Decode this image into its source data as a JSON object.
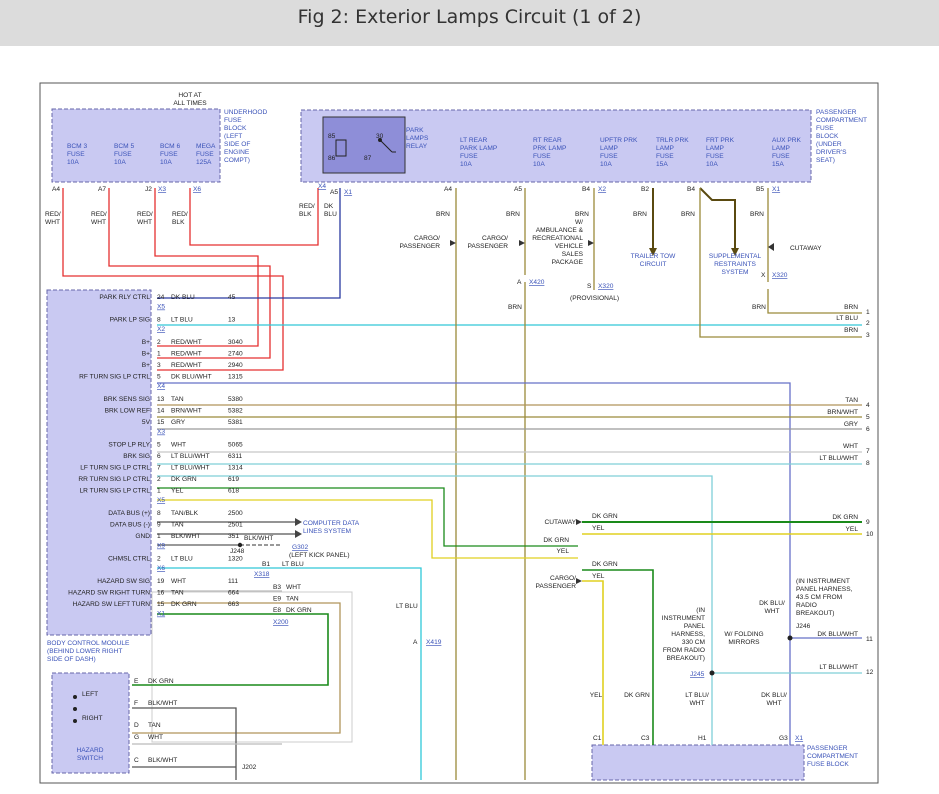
{
  "title": "Fig 2: Exterior Lamps Circuit (1 of 2)",
  "hot": "HOT AT",
  "hot2": "ALL TIMES",
  "underhood": [
    "UNDERHOOD",
    "FUSE",
    "BLOCK",
    "(LEFT",
    "SIDE OF",
    "ENGINE",
    "COMPT)"
  ],
  "pass_fuse": [
    "PASSENGER",
    "COMPARTMENT",
    "FUSE",
    "BLOCK",
    "(UNDER",
    "DRIVER'S",
    "SEAT)"
  ],
  "uh_fuses": [
    {
      "l1": "BCM 3",
      "l2": "FUSE",
      "l3": "10A"
    },
    {
      "l1": "BCM 5",
      "l2": "FUSE",
      "l3": "10A"
    },
    {
      "l1": "BCM 6",
      "l2": "FUSE",
      "l3": "10A"
    },
    {
      "l1": "MEGA",
      "l2": "FUSE",
      "l3": "125A"
    }
  ],
  "uh_pins": [
    "A4",
    "A7",
    "J2",
    "X3",
    "X6"
  ],
  "uh_wires": [
    [
      "RED/",
      "WHT"
    ],
    [
      "RED/",
      "WHT"
    ],
    [
      "RED/",
      "WHT"
    ],
    [
      "RED/",
      "BLK"
    ]
  ],
  "relay": {
    "l1": "PARK",
    "l2": "LAMPS",
    "l3": "RELAY",
    "p85": "85",
    "p86": "86",
    "p30": "30",
    "p87": "87"
  },
  "relay_pins": [
    "X4",
    "A5",
    "X1"
  ],
  "relay_wires": [
    [
      "RED/",
      "BLK"
    ],
    [
      "DK",
      "BLU"
    ]
  ],
  "pc_fuses": [
    {
      "l1": "LT REAR",
      "l2": "PARK LAMP",
      "l3": "FUSE",
      "l4": "10A"
    },
    {
      "l1": "RT REAR",
      "l2": "PRK LAMP",
      "l3": "FUSE",
      "l4": "10A"
    },
    {
      "l1": "UPFTR PRK",
      "l2": "LAMP",
      "l3": "FUSE",
      "l4": "10A"
    },
    {
      "l1": "TRLR PRK",
      "l2": "LAMP",
      "l3": "FUSE",
      "l4": "15A"
    },
    {
      "l1": "FRT PRK",
      "l2": "LAMP",
      "l3": "FUSE",
      "l4": "10A"
    },
    {
      "l1": "AUX PRK",
      "l2": "LAMP",
      "l3": "FUSE",
      "l4": "15A"
    }
  ],
  "pc_pins": [
    "A4",
    "A5",
    "B4",
    "X2",
    "B2",
    "B4",
    "B5",
    "X1"
  ],
  "brn": "BRN",
  "cargo1": [
    "CARGO/",
    "PASSENGER"
  ],
  "cargo2": [
    "CARGO/",
    "PASSENGER"
  ],
  "ambulance": [
    "W/",
    "AMBULANCE &",
    "RECREATIONAL",
    "VEHICLE",
    "SALES",
    "PACKAGE"
  ],
  "trailer": [
    "TRAILER TOW",
    "CIRCUIT"
  ],
  "supp": [
    "SUPPLEMENTAL",
    "RESTRAINTS",
    "SYSTEM"
  ],
  "cutaway": "CUTAWAY",
  "x420": "X420",
  "a_lbl": "A",
  "x_lbl": "X",
  "s_lbl": "S",
  "x320a": "X320",
  "x320b": "X320",
  "provisional": "(PROVISIONAL)",
  "bcm_rows": [
    {
      "label": "PARK RLY CTRL",
      "pin": "24",
      "color": "DK BLU",
      "circ": "45"
    },
    {
      "label": "",
      "conn": "X5"
    },
    {
      "label": "PARK LP SIG",
      "pin": "8",
      "color": "LT BLU",
      "circ": "13"
    },
    {
      "label": "",
      "conn": "X2"
    },
    {
      "label": "B+",
      "pin": "2",
      "color": "RED/WHT",
      "circ": "3040"
    },
    {
      "label": "B+",
      "pin": "1",
      "color": "RED/WHT",
      "circ": "2740"
    },
    {
      "label": "B+",
      "pin": "3",
      "color": "RED/WHT",
      "circ": "2940"
    },
    {
      "label": "RF TURN SIG LP CTRL",
      "pin": "5",
      "color": "DK BLU/WHT",
      "circ": "1315"
    },
    {
      "label": "",
      "conn": "X4"
    },
    {
      "label": "BRK SENS SIG",
      "pin": "13",
      "color": "TAN",
      "circ": "5380"
    },
    {
      "label": "BRK LOW REF",
      "pin": "14",
      "color": "BRN/WHT",
      "circ": "5382"
    },
    {
      "label": "5V",
      "pin": "15",
      "color": "GRY",
      "circ": "5381"
    },
    {
      "label": "",
      "conn": "X3"
    },
    {
      "label": "STOP LP RLY",
      "pin": "5",
      "color": "WHT",
      "circ": "5065"
    },
    {
      "label": "BRK SIG",
      "pin": "6",
      "color": "LT BLU/WHT",
      "circ": "6311"
    },
    {
      "label": "LF TURN SIG LP CTRL",
      "pin": "7",
      "color": "LT BLU/WHT",
      "circ": "1314"
    },
    {
      "label": "RR TURN SIG LP CTRL",
      "pin": "2",
      "color": "DK GRN",
      "circ": "619"
    },
    {
      "label": "LR TURN SIG LP CTRL",
      "pin": "1",
      "color": "YEL",
      "circ": "618"
    },
    {
      "label": "",
      "conn": "X5"
    },
    {
      "label": "DATA BUS (+)",
      "pin": "8",
      "color": "TAN/BLK",
      "circ": "2500"
    },
    {
      "label": "DATA BUS (-)",
      "pin": "9",
      "color": "TAN",
      "circ": "2501"
    },
    {
      "label": "GND",
      "pin": "1",
      "color": "BLK/WHT",
      "circ": "351"
    },
    {
      "label": "",
      "conn": "X9"
    },
    {
      "label": "CHMSL CTRL",
      "pin": "2",
      "color": "LT BLU",
      "circ": "1320"
    },
    {
      "label": "",
      "conn": "X6"
    },
    {
      "label": "HAZARD SW SIG",
      "pin": "19",
      "color": "WHT",
      "circ": "111"
    },
    {
      "label": "HAZARD SW RIGHT TURN",
      "pin": "16",
      "color": "TAN",
      "circ": "664"
    },
    {
      "label": "HAZARD SW LEFT TURN",
      "pin": "15",
      "color": "DK GRN",
      "circ": "663"
    },
    {
      "label": "",
      "conn": "X1"
    }
  ],
  "bcm_name": [
    "BODY CONTROL MODULE",
    "(BEHIND LOWER RIGHT",
    "SIDE OF DASH)"
  ],
  "data_lines": [
    "COMPUTER DATA",
    "LINES SYSTEM"
  ],
  "j248": "J248",
  "g302": "G302",
  "g302b": "(LEFT KICK PANEL)",
  "blkwht": "BLK/WHT",
  "chmsl_ext": {
    "b1": "B1",
    "color": "LT BLU",
    "conn": "X318"
  },
  "hz_ext": [
    {
      "pin": "B3",
      "color": "WHT"
    },
    {
      "pin": "E9",
      "color": "TAN"
    },
    {
      "pin": "E8",
      "color": "DK GRN"
    }
  ],
  "x200": "X200",
  "ltblu": "LT BLU",
  "x419": "X419",
  "right_rows": [
    {
      "num": "1",
      "color": "BRN"
    },
    {
      "num": "2",
      "color": "LT BLU"
    },
    {
      "num": "3",
      "color": "BRN"
    },
    {
      "num": "4",
      "color": "TAN"
    },
    {
      "num": "5",
      "color": "BRN/WHT"
    },
    {
      "num": "6",
      "color": "GRY"
    },
    {
      "num": "7",
      "color": "WHT"
    },
    {
      "num": "8",
      "color": "LT BLU/WHT"
    },
    {
      "num": "9",
      "color": "DK GRN"
    },
    {
      "num": "10",
      "color": "YEL"
    },
    {
      "num": "11",
      "color": "DK BLU/WHT"
    },
    {
      "num": "12",
      "color": "LT BLU/WHT"
    }
  ],
  "cutaway2": "CUTAWAY",
  "dkgrn": "DK GRN",
  "yel": "YEL",
  "cargo3": [
    "CARGO/",
    "PASSENGER"
  ],
  "ip_harness": [
    "(IN",
    "INSTRUMENT",
    "PANEL",
    "HARNESS,",
    "330 CM",
    "FROM RADIO",
    "BREAKOUT)"
  ],
  "ip_harness2": [
    "(IN INSTRUMENT",
    "PANEL HARNESS,",
    "43.5 CM FROM",
    "RADIO",
    "BREAKOUT)"
  ],
  "folding": [
    "W/ FOLDING",
    "MIRRORS"
  ],
  "j245": "J245",
  "j246": "J246",
  "dkbluwht": [
    "DK BLU/",
    "WHT"
  ],
  "bottom_wires": [
    [
      "YEL",
      ""
    ],
    [
      "DK GRN",
      ""
    ],
    [
      "LT BLU/",
      "WHT"
    ],
    [
      "DK BLU/",
      "WHT"
    ]
  ],
  "bottom_pins": [
    "C1",
    "C3",
    "H1",
    "G3",
    "X1"
  ],
  "pc_bottom": [
    "PASSENGER",
    "COMPARTMENT",
    "FUSE BLOCK"
  ],
  "hz_switch": {
    "left": "LEFT",
    "right": "RIGHT",
    "name": [
      "HAZARD",
      "SWITCH"
    ]
  },
  "hz_pins": [
    {
      "pin": "E",
      "color": "DK GRN"
    },
    {
      "pin": "F",
      "color": "BLK/WHT"
    },
    {
      "pin": "D",
      "color": "TAN"
    },
    {
      "pin": "G",
      "color": "WHT"
    },
    {
      "pin": "C",
      "color": "BLK/WHT"
    }
  ],
  "j202": "J202"
}
